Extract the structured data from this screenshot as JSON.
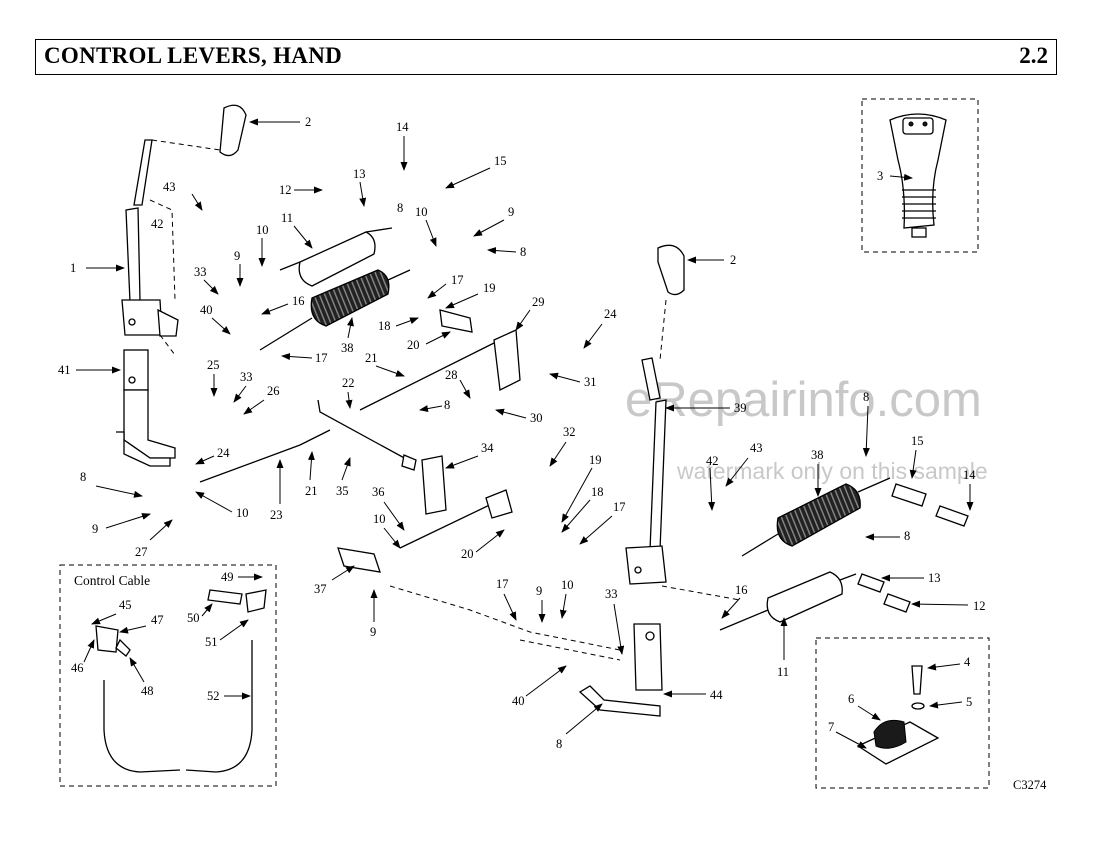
{
  "header": {
    "title": "CONTROL LEVERS, HAND",
    "section": "2.2"
  },
  "inset": {
    "control_cable_label": "Control Cable"
  },
  "figure_code": "C3274",
  "watermark": {
    "main": "eRepairinfo.com",
    "sub": "watermark only on this sample"
  },
  "callouts": {
    "c1": "1",
    "c2a": "2",
    "c2b": "2",
    "c3": "3",
    "c4": "4",
    "c5": "5",
    "c6": "6",
    "c7": "7",
    "c8a": "8",
    "c8b": "8",
    "c8c": "8",
    "c8d": "8",
    "c8e": "8",
    "c8f": "8",
    "c8g": "8",
    "c9a": "9",
    "c9b": "9",
    "c9c": "9",
    "c9d": "9",
    "c9e": "9",
    "c10a": "10",
    "c10b": "10",
    "c10c": "10",
    "c10d": "10",
    "c10e": "10",
    "c11a": "11",
    "c11b": "11",
    "c12a": "12",
    "c12b": "12",
    "c13a": "13",
    "c13b": "13",
    "c14a": "14",
    "c14b": "14",
    "c15a": "15",
    "c15b": "15",
    "c16a": "16",
    "c16b": "16",
    "c17a": "17",
    "c17b": "17",
    "c17c": "17",
    "c17d": "17",
    "c18a": "18",
    "c18b": "18",
    "c19a": "19",
    "c19b": "19",
    "c20a": "20",
    "c20b": "20",
    "c21a": "21",
    "c21b": "21",
    "c22": "22",
    "c23": "23",
    "c24a": "24",
    "c24b": "24",
    "c25": "25",
    "c26": "26",
    "c27": "27",
    "c28": "28",
    "c29": "29",
    "c30": "30",
    "c31": "31",
    "c32": "32",
    "c33a": "33",
    "c33b": "33",
    "c33c": "33",
    "c34": "34",
    "c35": "35",
    "c36": "36",
    "c37": "37",
    "c38a": "38",
    "c38b": "38",
    "c39": "39",
    "c40a": "40",
    "c40b": "40",
    "c41": "41",
    "c42a": "42",
    "c42b": "42",
    "c43a": "43",
    "c43b": "43",
    "c44": "44",
    "c45": "45",
    "c46": "46",
    "c47": "47",
    "c48": "48",
    "c49": "49",
    "c50": "50",
    "c51": "51",
    "c52": "52"
  }
}
